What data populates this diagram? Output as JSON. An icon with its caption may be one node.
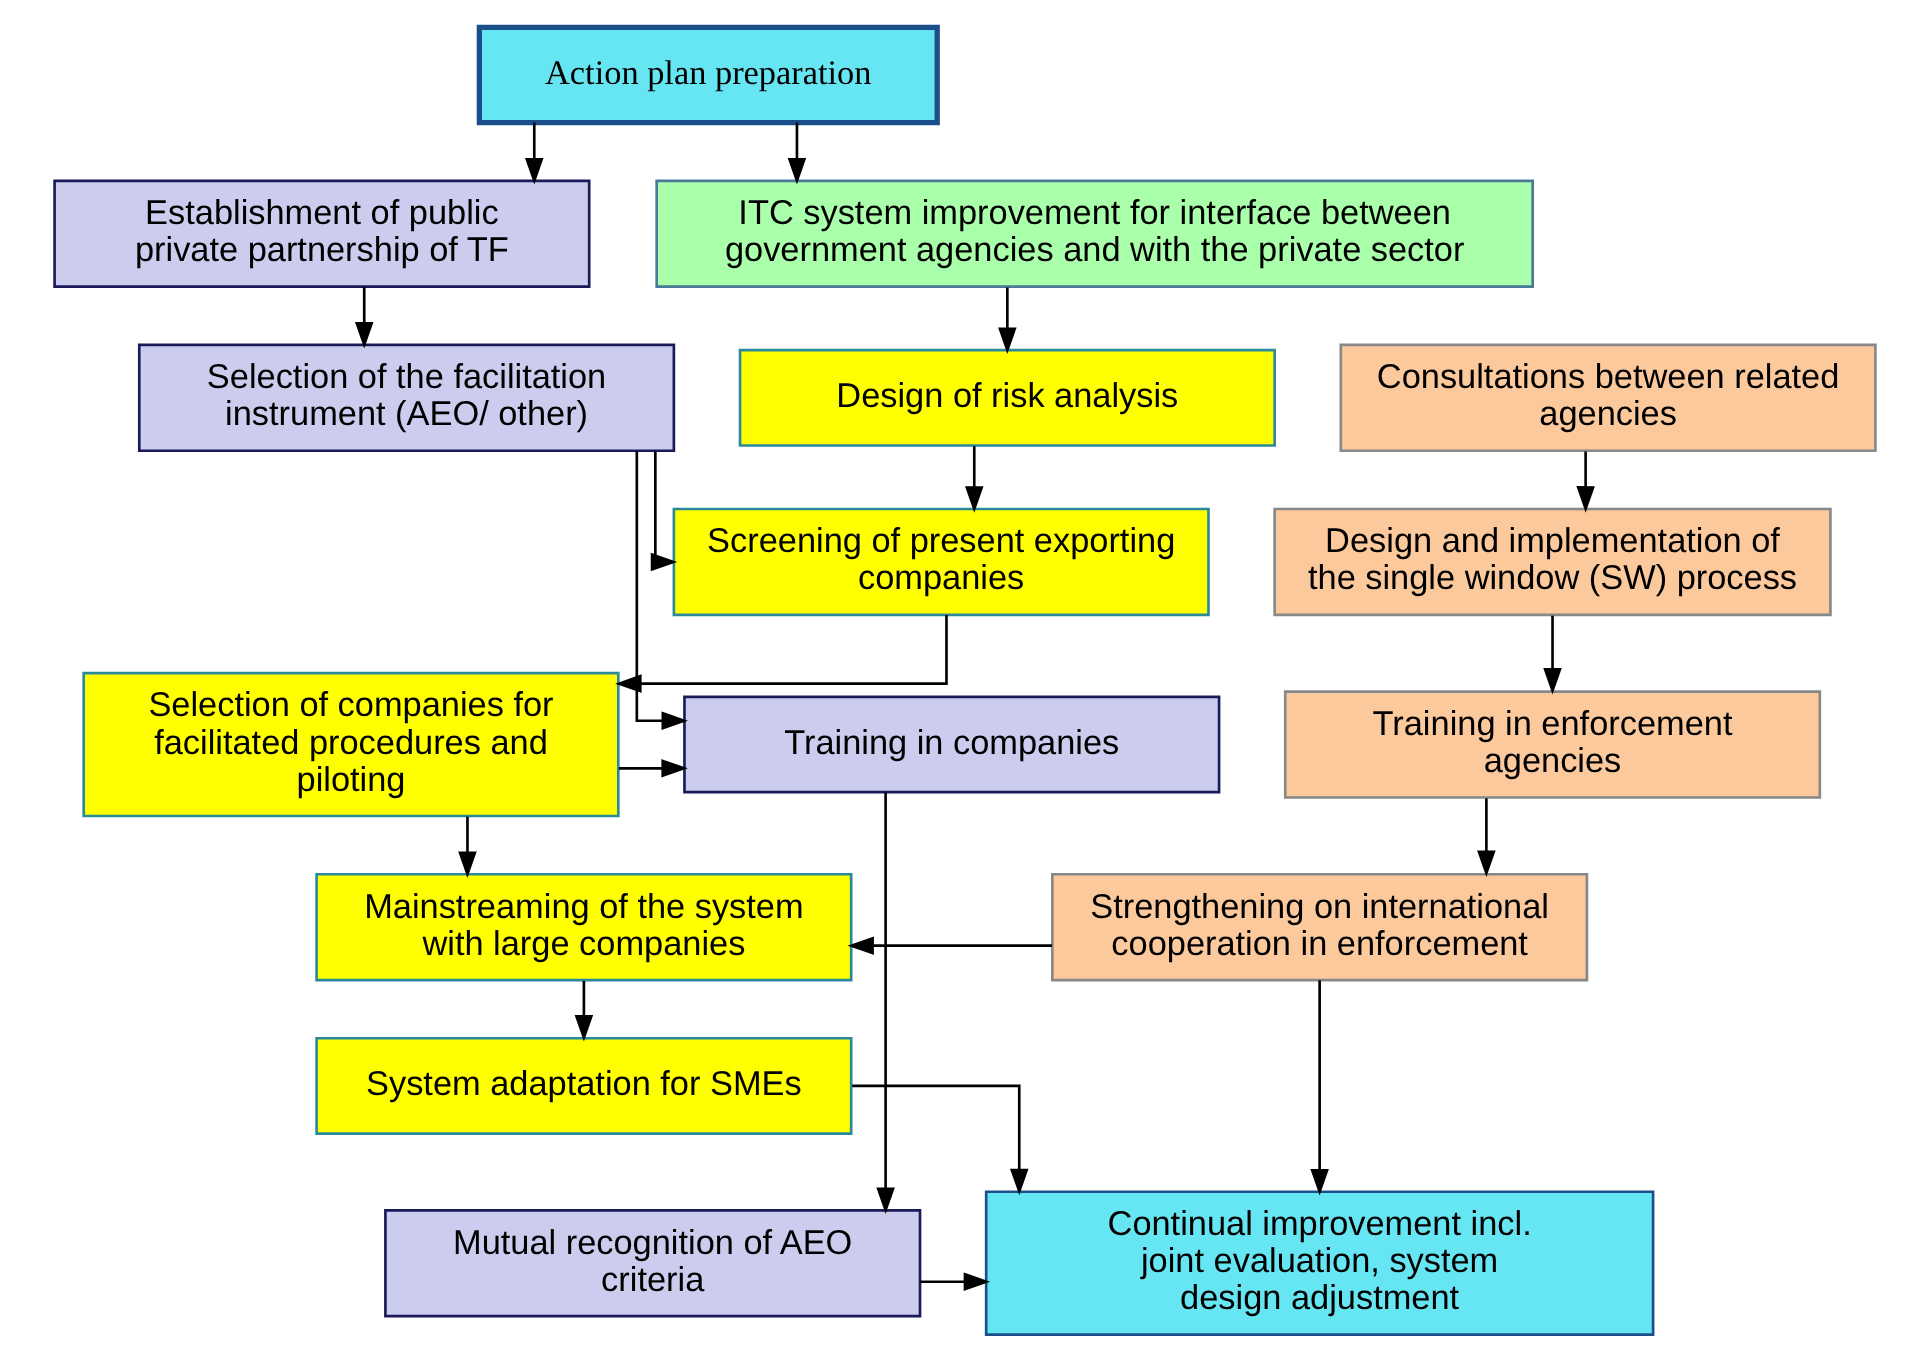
{
  "diagram": {
    "nodes": [
      {
        "text": [
          "Action plan preparation"
        ]
      },
      {
        "text": [
          "Establishment of public private partnership of TF"
        ]
      },
      {
        "text": [
          "ITC system improvement for interface between government agencies and with the private sector"
        ]
      },
      {
        "text": [
          "Selection of the facilitation instrument (AEO/ other)"
        ]
      },
      {
        "text": [
          "Design of risk analysis"
        ]
      },
      {
        "text": [
          "Consultations between related agencies"
        ]
      },
      {
        "text": [
          "Screening of present exporting companies"
        ]
      },
      {
        "text": [
          "Design and implementation of the single window (SW) process"
        ]
      },
      {
        "text": [
          "Training in companies"
        ]
      },
      {
        "text": [
          "Selection of companies for facilitated procedures and piloting"
        ]
      },
      {
        "text": [
          "Training in enforcement agencies"
        ]
      },
      {
        "text": [
          "Mainstreaming of the system with large companies"
        ]
      },
      {
        "text": [
          "Strengthening on international cooperation in enforcement"
        ]
      },
      {
        "text": [
          "System adaptation for SMEs"
        ]
      },
      {
        "text": [
          "Mutual recognition of AEO criteria"
        ]
      },
      {
        "text": [
          "Continual improvement incl. joint evaluation, system design adjustment"
        ]
      }
    ],
    "edges": [
      {
        "from": 0,
        "to": 1,
        "arrow": "to"
      },
      {
        "from": 0,
        "to": 2,
        "arrow": "to"
      },
      {
        "from": 1,
        "to": 3,
        "arrow": "to"
      },
      {
        "from": 2,
        "to": 4,
        "arrow": "to"
      },
      {
        "from": 3,
        "to": 6,
        "arrow": "to"
      },
      {
        "from": 3,
        "to": 8,
        "arrow": "to"
      },
      {
        "from": 4,
        "to": 6,
        "arrow": "to"
      },
      {
        "from": 6,
        "to": 9,
        "arrow": "to"
      },
      {
        "from": 9,
        "to": 8,
        "arrow": "to"
      },
      {
        "from": 9,
        "to": 11,
        "arrow": "to"
      },
      {
        "from": 5,
        "to": 7,
        "arrow": "to"
      },
      {
        "from": 7,
        "to": 10,
        "arrow": "to"
      },
      {
        "from": 10,
        "to": 12,
        "arrow": "to"
      },
      {
        "from": 12,
        "to": 11,
        "arrow": "to"
      },
      {
        "from": 11,
        "to": 13,
        "arrow": "to"
      },
      {
        "from": 13,
        "to": 15,
        "arrow": "to"
      },
      {
        "from": 8,
        "to": 14,
        "arrow": "to"
      },
      {
        "from": 14,
        "to": 15,
        "arrow": "to"
      },
      {
        "from": 12,
        "to": 15,
        "arrow": "to"
      }
    ]
  }
}
